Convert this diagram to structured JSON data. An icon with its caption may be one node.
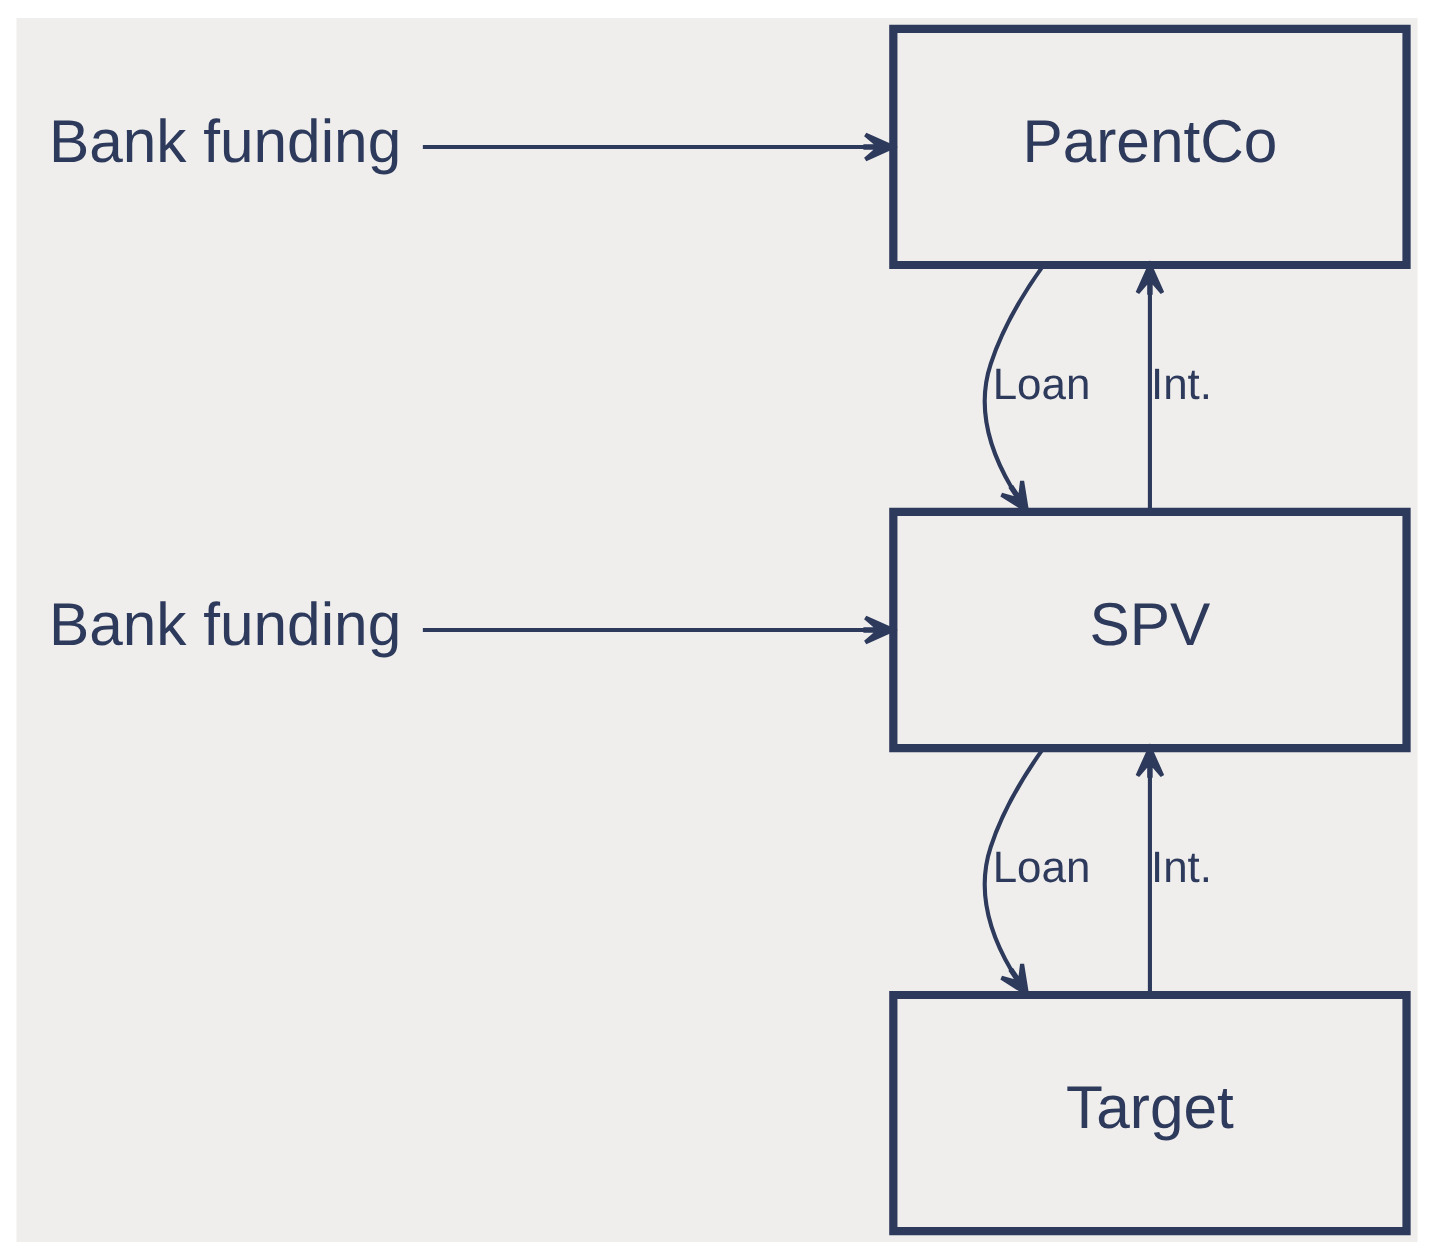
{
  "diagram": {
    "nodes": [
      {
        "text": [
          "ParentCo"
        ]
      },
      {
        "text": [
          "SPV"
        ]
      },
      {
        "text": [
          "Target"
        ]
      },
      {
        "text": [
          "Bank funding"
        ]
      },
      {
        "text": [
          "Bank funding"
        ]
      }
    ],
    "edges": [
      {
        "from": 1,
        "to": 0,
        "arrow": "to",
        "label": "Int."
      },
      {
        "from": 0,
        "to": 1,
        "arrow": "to",
        "label": "Loan"
      },
      {
        "from": 2,
        "to": 1,
        "arrow": "to",
        "label": "Int."
      },
      {
        "from": 1,
        "to": 2,
        "arrow": "to",
        "label": "Loan"
      },
      {
        "from": 3,
        "to": 0,
        "arrow": "to"
      },
      {
        "from": 4,
        "to": 1,
        "arrow": "to"
      }
    ]
  }
}
